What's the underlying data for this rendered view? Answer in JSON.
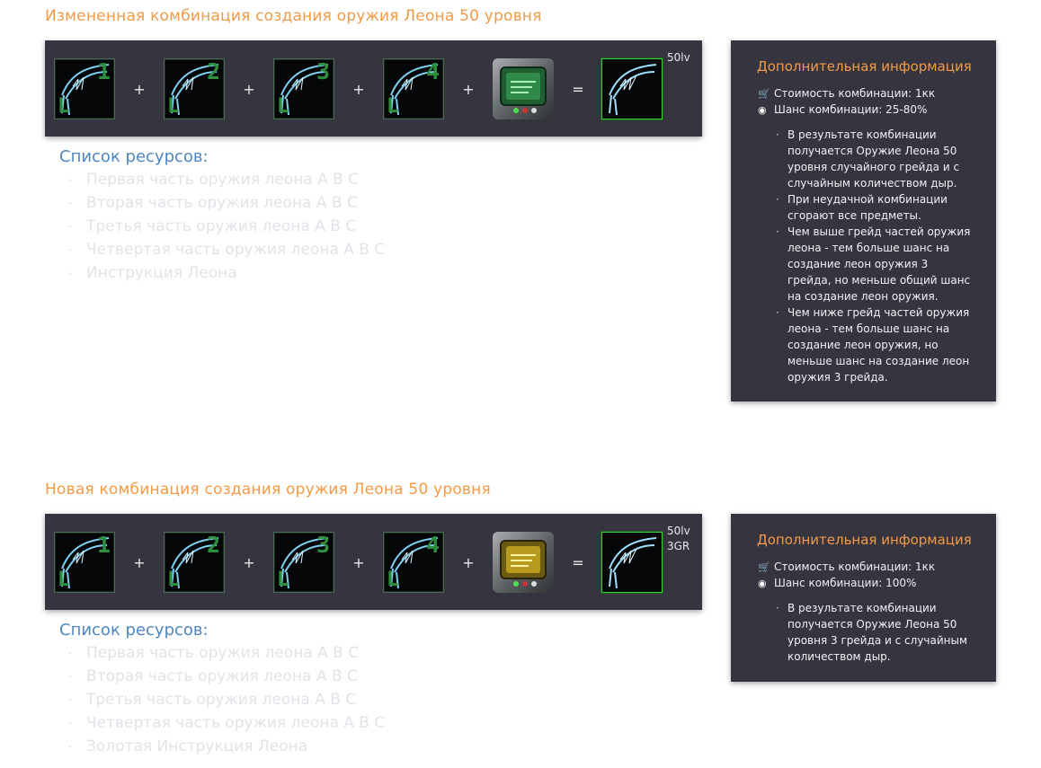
{
  "sections": [
    {
      "title": "Измененная комбинация создания оружия Леона 50 уровня",
      "operators": [
        "+",
        "+",
        "+",
        "+",
        "="
      ],
      "slot_numbers": [
        "1",
        "2",
        "3",
        "4"
      ],
      "slot_letter": "L",
      "book_icon": "leon-instruction-green-book-icon",
      "level_label": "50lv",
      "resources_title": "Список ресурсов:",
      "resources": [
        "Первая часть оружия леона А В С",
        "Вторая часть оружия леона А В С",
        "Третья часть оружия леона А В С",
        "Четвертая часть оружия леона А В С",
        "Инструкция Леона"
      ],
      "info": {
        "title": "Дополнительная информация",
        "cost": "Стоимость комбинации: 1кк",
        "chance": "Шанс комбинации: 25-80%",
        "notes": [
          "В результате комбинации получается Оружие Леона 50 уровня случайного грейда и с случайным количеством дыр.",
          "При неудачной комбинации сгорают все предметы.",
          "Чем выше грейд частей оружия леона - тем больше шанс на создание леон оружия 3 грейда, но меньше общий шанс на создание леон оружия.",
          "Чем ниже грейд частей оружия леона - тем больше шанс на создание леон оружия, но меньше шанс на создание леон оружия 3 грейда."
        ]
      }
    },
    {
      "title": "Новая комбинация создания оружия Леона 50 уровня",
      "operators": [
        "+",
        "+",
        "+",
        "+",
        "="
      ],
      "slot_numbers": [
        "1",
        "2",
        "3",
        "4"
      ],
      "slot_letter": "L",
      "book_icon": "leon-instruction-gold-book-icon",
      "level_label": "50lv\n3GR",
      "resources_title": "Список ресурсов:",
      "resources": [
        "Первая часть оружия леона А В С",
        "Вторая часть оружия леона А В С",
        "Третья часть оружия леона А В С",
        "Четвертая часть оружия леона А В С",
        "Золотая Инструкция Леона"
      ],
      "info": {
        "title": "Дополнительная информация",
        "cost": "Стоимость комбинации: 1кк",
        "chance": "Шанс комбинации: 100%",
        "notes": [
          "В результате комбинации получается Оружие Леона 50 уровня 3 грейда и с случайным количеством дыр."
        ]
      }
    }
  ],
  "colors": {
    "accent_orange": "#f39a47",
    "resources_blue": "#4f86c0",
    "panel_bg": "#35343f",
    "slot_digit_green": "#2d8e3e",
    "result_border_green": "#3ccf3c"
  }
}
